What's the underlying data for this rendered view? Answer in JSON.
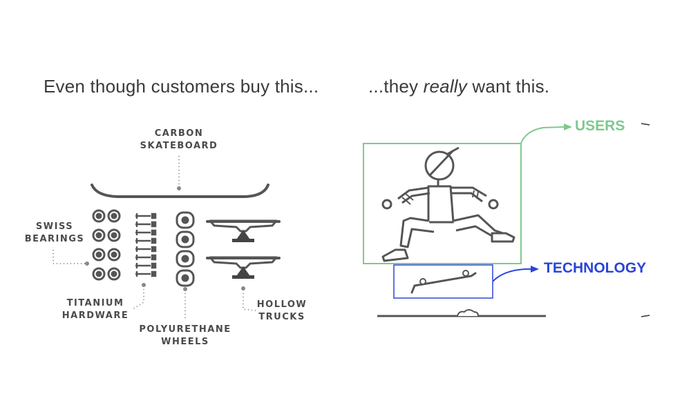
{
  "headings": {
    "left": "Even though customers buy this...",
    "right_prefix": "...they ",
    "right_emphasis": "really",
    "right_suffix": " want this."
  },
  "parts": {
    "carbon_line1": "CARBON",
    "carbon_line2": "SKATEBOARD",
    "swiss_line1": "SWISS",
    "swiss_line2": "BEARINGS",
    "titanium_line1": "TITANIUM",
    "titanium_line2": "HARDWARE",
    "poly_line1": "POLYURETHANE",
    "poly_line2": "WHEELS",
    "hollow_line1": "HOLLOW",
    "hollow_line2": "TRUCKS"
  },
  "tags": {
    "users": "USERS",
    "technology": "TECHNOLOGY"
  },
  "colors": {
    "users": "#7fc98d",
    "technology": "#2a45d8",
    "ink": "#4a4a4a"
  }
}
